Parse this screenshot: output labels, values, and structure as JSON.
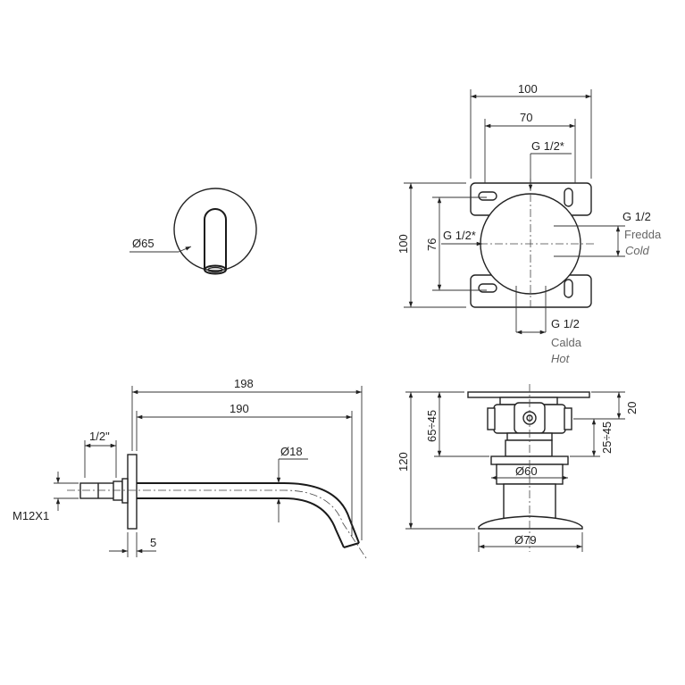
{
  "front_view": {
    "diameter": "Ø65"
  },
  "box_top": {
    "width_outer": "100",
    "width_inner": "70",
    "height_outer": "100",
    "height_inner": "76",
    "inlet_top": "G 1/2*",
    "inlet_left": "G 1/2*",
    "cold": {
      "size": "G 1/2",
      "label_it": "Fredda",
      "label_en": "Cold"
    },
    "hot": {
      "size": "G 1/2",
      "label_it": "Calda",
      "label_en": "Hot"
    }
  },
  "spout_side": {
    "length_total": "198",
    "length_spout": "190",
    "thread_size": "1/2\"",
    "spout_diameter": "Ø18",
    "thread_metric": "M12X1",
    "plate_thickness": "5"
  },
  "box_side": {
    "height_total": "120",
    "depth_range_1": "65÷45",
    "depth_top": "20",
    "depth_range_2": "25÷45",
    "flange_diameter": "Ø60",
    "rosette_diameter": "Ø79"
  }
}
